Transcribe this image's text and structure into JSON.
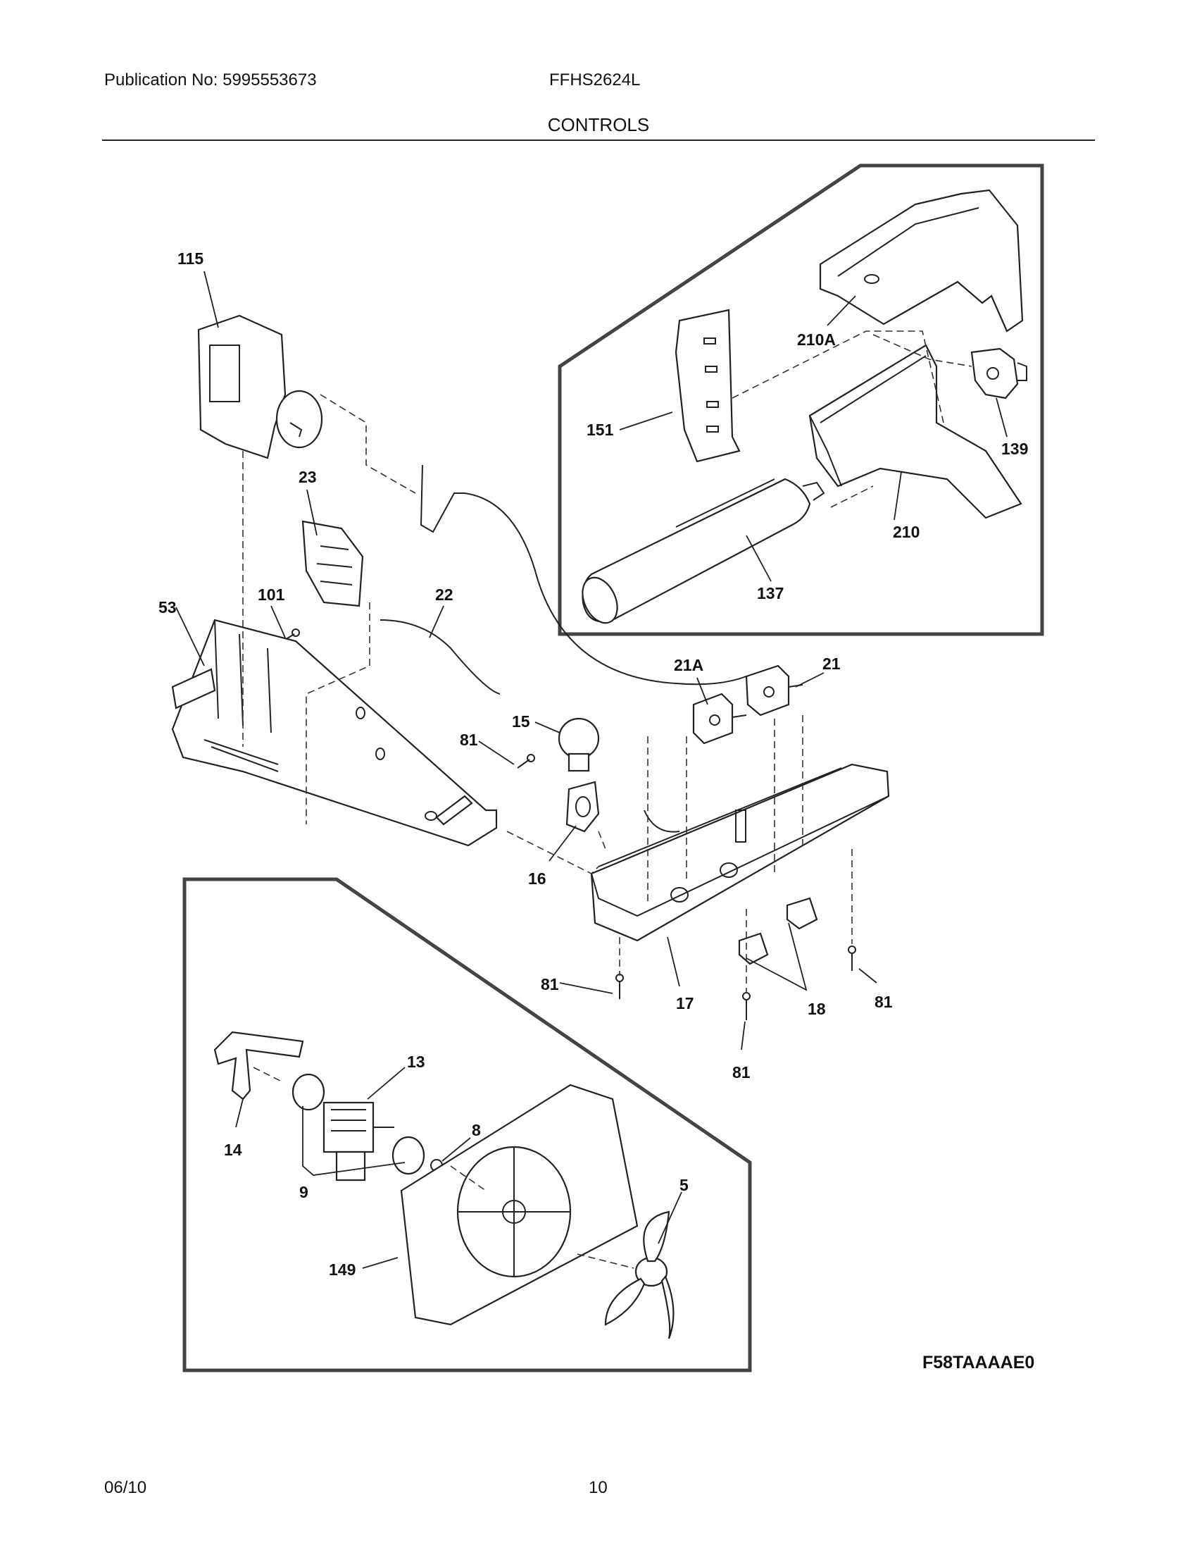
{
  "header": {
    "publication": "Publication No: 5995553673",
    "model": "FFHS2624L",
    "section_title": "CONTROLS"
  },
  "callouts": {
    "c115": "115",
    "c210A": "210A",
    "c151": "151",
    "c139": "139",
    "c210": "210",
    "c137": "137",
    "c23": "23",
    "c101": "101",
    "c22": "22",
    "c53": "53",
    "c21A": "21A",
    "c21": "21",
    "c15": "15",
    "c81a": "81",
    "c16": "16",
    "c81b": "81",
    "c17": "17",
    "c18": "18",
    "c81c": "81",
    "c81d": "81",
    "c13": "13",
    "c8": "8",
    "c14": "14",
    "c9": "9",
    "c5": "5",
    "c149": "149"
  },
  "figure_code": "F58TAAAAE0",
  "footer": {
    "date": "06/10",
    "page": "10"
  }
}
